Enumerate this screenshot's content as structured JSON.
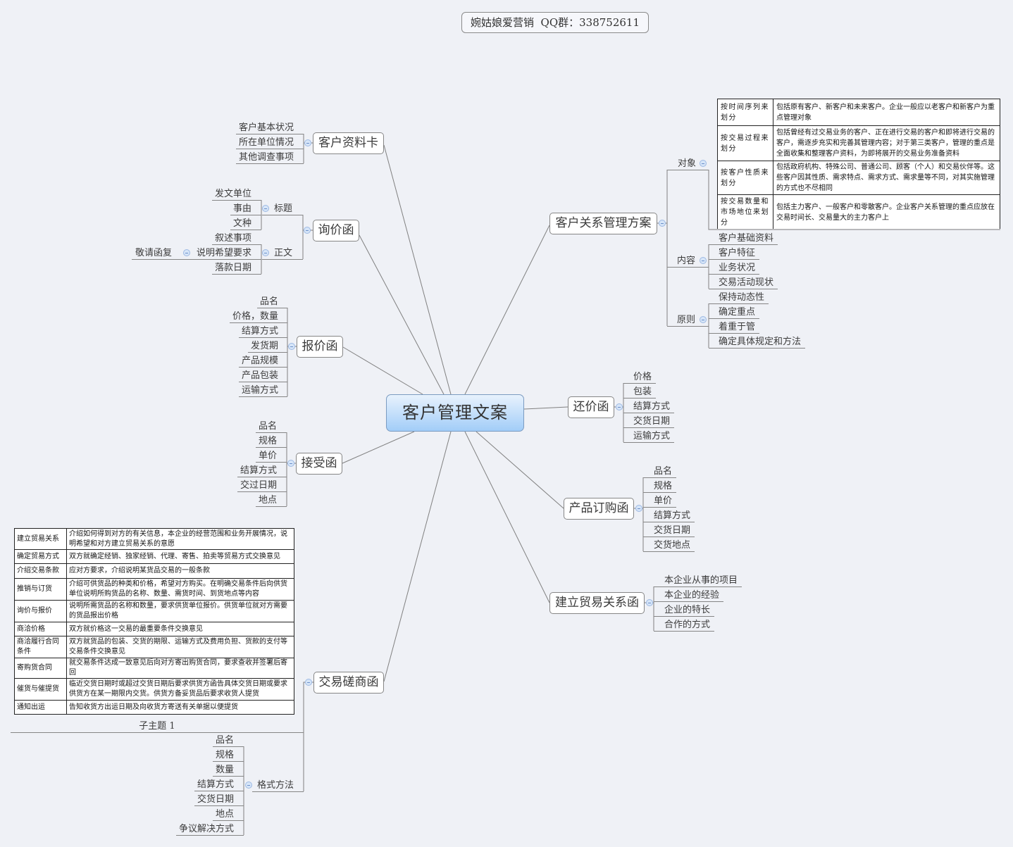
{
  "header": {
    "title": "婉姑娘爱营销  QQ群：338752611"
  },
  "central_topic": "客户管理文案",
  "customer_card": {
    "label": "客户资料卡",
    "items": [
      "客户基本状况",
      "所在单位情况",
      "其他调查事项"
    ]
  },
  "inquiry_letter": {
    "label": "询价函",
    "heading": {
      "label": "标题",
      "items": [
        "发文单位",
        "事由",
        "文种"
      ]
    },
    "body": {
      "label": "正文",
      "items": [
        "叙述事项",
        "说明希望要求",
        "落款日期"
      ],
      "request_reply": "敬请函复"
    }
  },
  "quotation_letter": {
    "label": "报价函",
    "items": [
      "品名",
      "价格，数量",
      "结算方式",
      "发货期",
      "产品规模",
      "产品包装",
      "运输方式"
    ]
  },
  "acceptance_letter": {
    "label": "接受函",
    "items": [
      "品名",
      "规格",
      "单价",
      "结算方式",
      "交过日期",
      "地点"
    ]
  },
  "negotiation_letter": {
    "label": "交易磋商函",
    "subtopic": {
      "label": "子主题 1",
      "table": [
        {
          "category": "建立贸易关系",
          "description": "介绍如何得到对方的有关信息，本企业的经营范围和业务开展情况，说明希望和对方建立贸易关系的意愿"
        },
        {
          "category": "确定贸易方式",
          "description": "双方就确定经销、独家经销、代理、寄售、拍卖等贸易方式交换意见"
        },
        {
          "category": "介绍交易条款",
          "description": "应对方要求，介绍说明某货品交易的一般条款"
        },
        {
          "category": "推销与订货",
          "description": "介绍可供货品的种类和价格，希望对方购买。在明确交易条件后向供货单位说明所购货品的名称、数量、需货时间、到货地点等内容"
        },
        {
          "category": "询价与报价",
          "description": "说明所需货品的名称和数量，要求供货单位报价。供货单位就对方需要的货品报出价格"
        },
        {
          "category": "商洽价格",
          "description": "双方就价格这一交易的最重要条件交换意见"
        },
        {
          "category": "商洽履行合同条件",
          "description": "双方就货品的包装、交货的期限、运输方式及费用负担、货款的支付等交易条件交换意见"
        },
        {
          "category": "寄购货合同",
          "description": "就交易条件达成一致意见后向对方寄出购货合同，要求查收并签署后寄回"
        },
        {
          "category": "催货与催提货",
          "description": "临近交货日期时或超过交货日期后要求供货方函告具体交货日期或要求供货方在某一期限内交货。供货方备妥货品后要求收货人提货"
        },
        {
          "category": "通知出运",
          "description": "告知收货方出运日期及向收货方寄送有关单据以便提货"
        }
      ]
    },
    "format": {
      "label": "格式方法",
      "items": [
        "品名",
        "规格",
        "数量",
        "结算方式",
        "交货日期",
        "地点",
        "争议解决方式"
      ]
    }
  },
  "crm_plan": {
    "label": "客户关系管理方案",
    "target": {
      "label": "对象",
      "table": [
        {
          "category": "按时间序列来划分",
          "description": "包括原有客户、新客户和未来客户。企业一般应以老客户和新客户为重点管理对象"
        },
        {
          "category": "按交易过程来划分",
          "description": "包括曾经有过交易业务的客户、正在进行交易的客户和即将进行交易的客户，需逐步充实和完善其管理内容；对于第三类客户，管理的重点是全面收集和整理客户资料，为即将展开的交易业务准备资料"
        },
        {
          "category": "按客户性质来划分",
          "description": "包括政府机构、特殊公司、普通公司、顾客（个人）和交易伙伴等。这些客户因其性质、需求特点、需求方式、需求量等不同，对其实施管理的方式也不尽相同"
        },
        {
          "category": "按交易数量和市场地位来划分",
          "description": "包括主力客户、一般客户和零散客户。企业客户关系管理的重点应放在交易时间长、交易量大的主力客户上"
        }
      ]
    },
    "content": {
      "label": "内容",
      "items": [
        "客户基础资料",
        "客户特征",
        "业务状况",
        "交易活动现状"
      ]
    },
    "principle": {
      "label": "原则",
      "items": [
        "保持动态性",
        "确定重点",
        "着重于管",
        "确定具体规定和方法"
      ]
    }
  },
  "counter_offer_letter": {
    "label": "还价函",
    "items": [
      "价格",
      "包装",
      "结算方式",
      "交货日期",
      "运输方式"
    ]
  },
  "purchase_order_letter": {
    "label": "产品订购函",
    "items": [
      "品名",
      "规格",
      "单价",
      "结算方式",
      "交货日期",
      "交货地点"
    ]
  },
  "trade_relation_letter": {
    "label": "建立贸易关系函",
    "items": [
      "本企业从事的项目",
      "本企业的经验",
      "企业的特长",
      "合作的方式"
    ]
  },
  "colors": {
    "background": "#eff1f6",
    "central_top": "#e8f2fd",
    "central_bottom": "#a2cdf8",
    "connector": "#808080",
    "collapse_fill": "#d6e5f8"
  }
}
